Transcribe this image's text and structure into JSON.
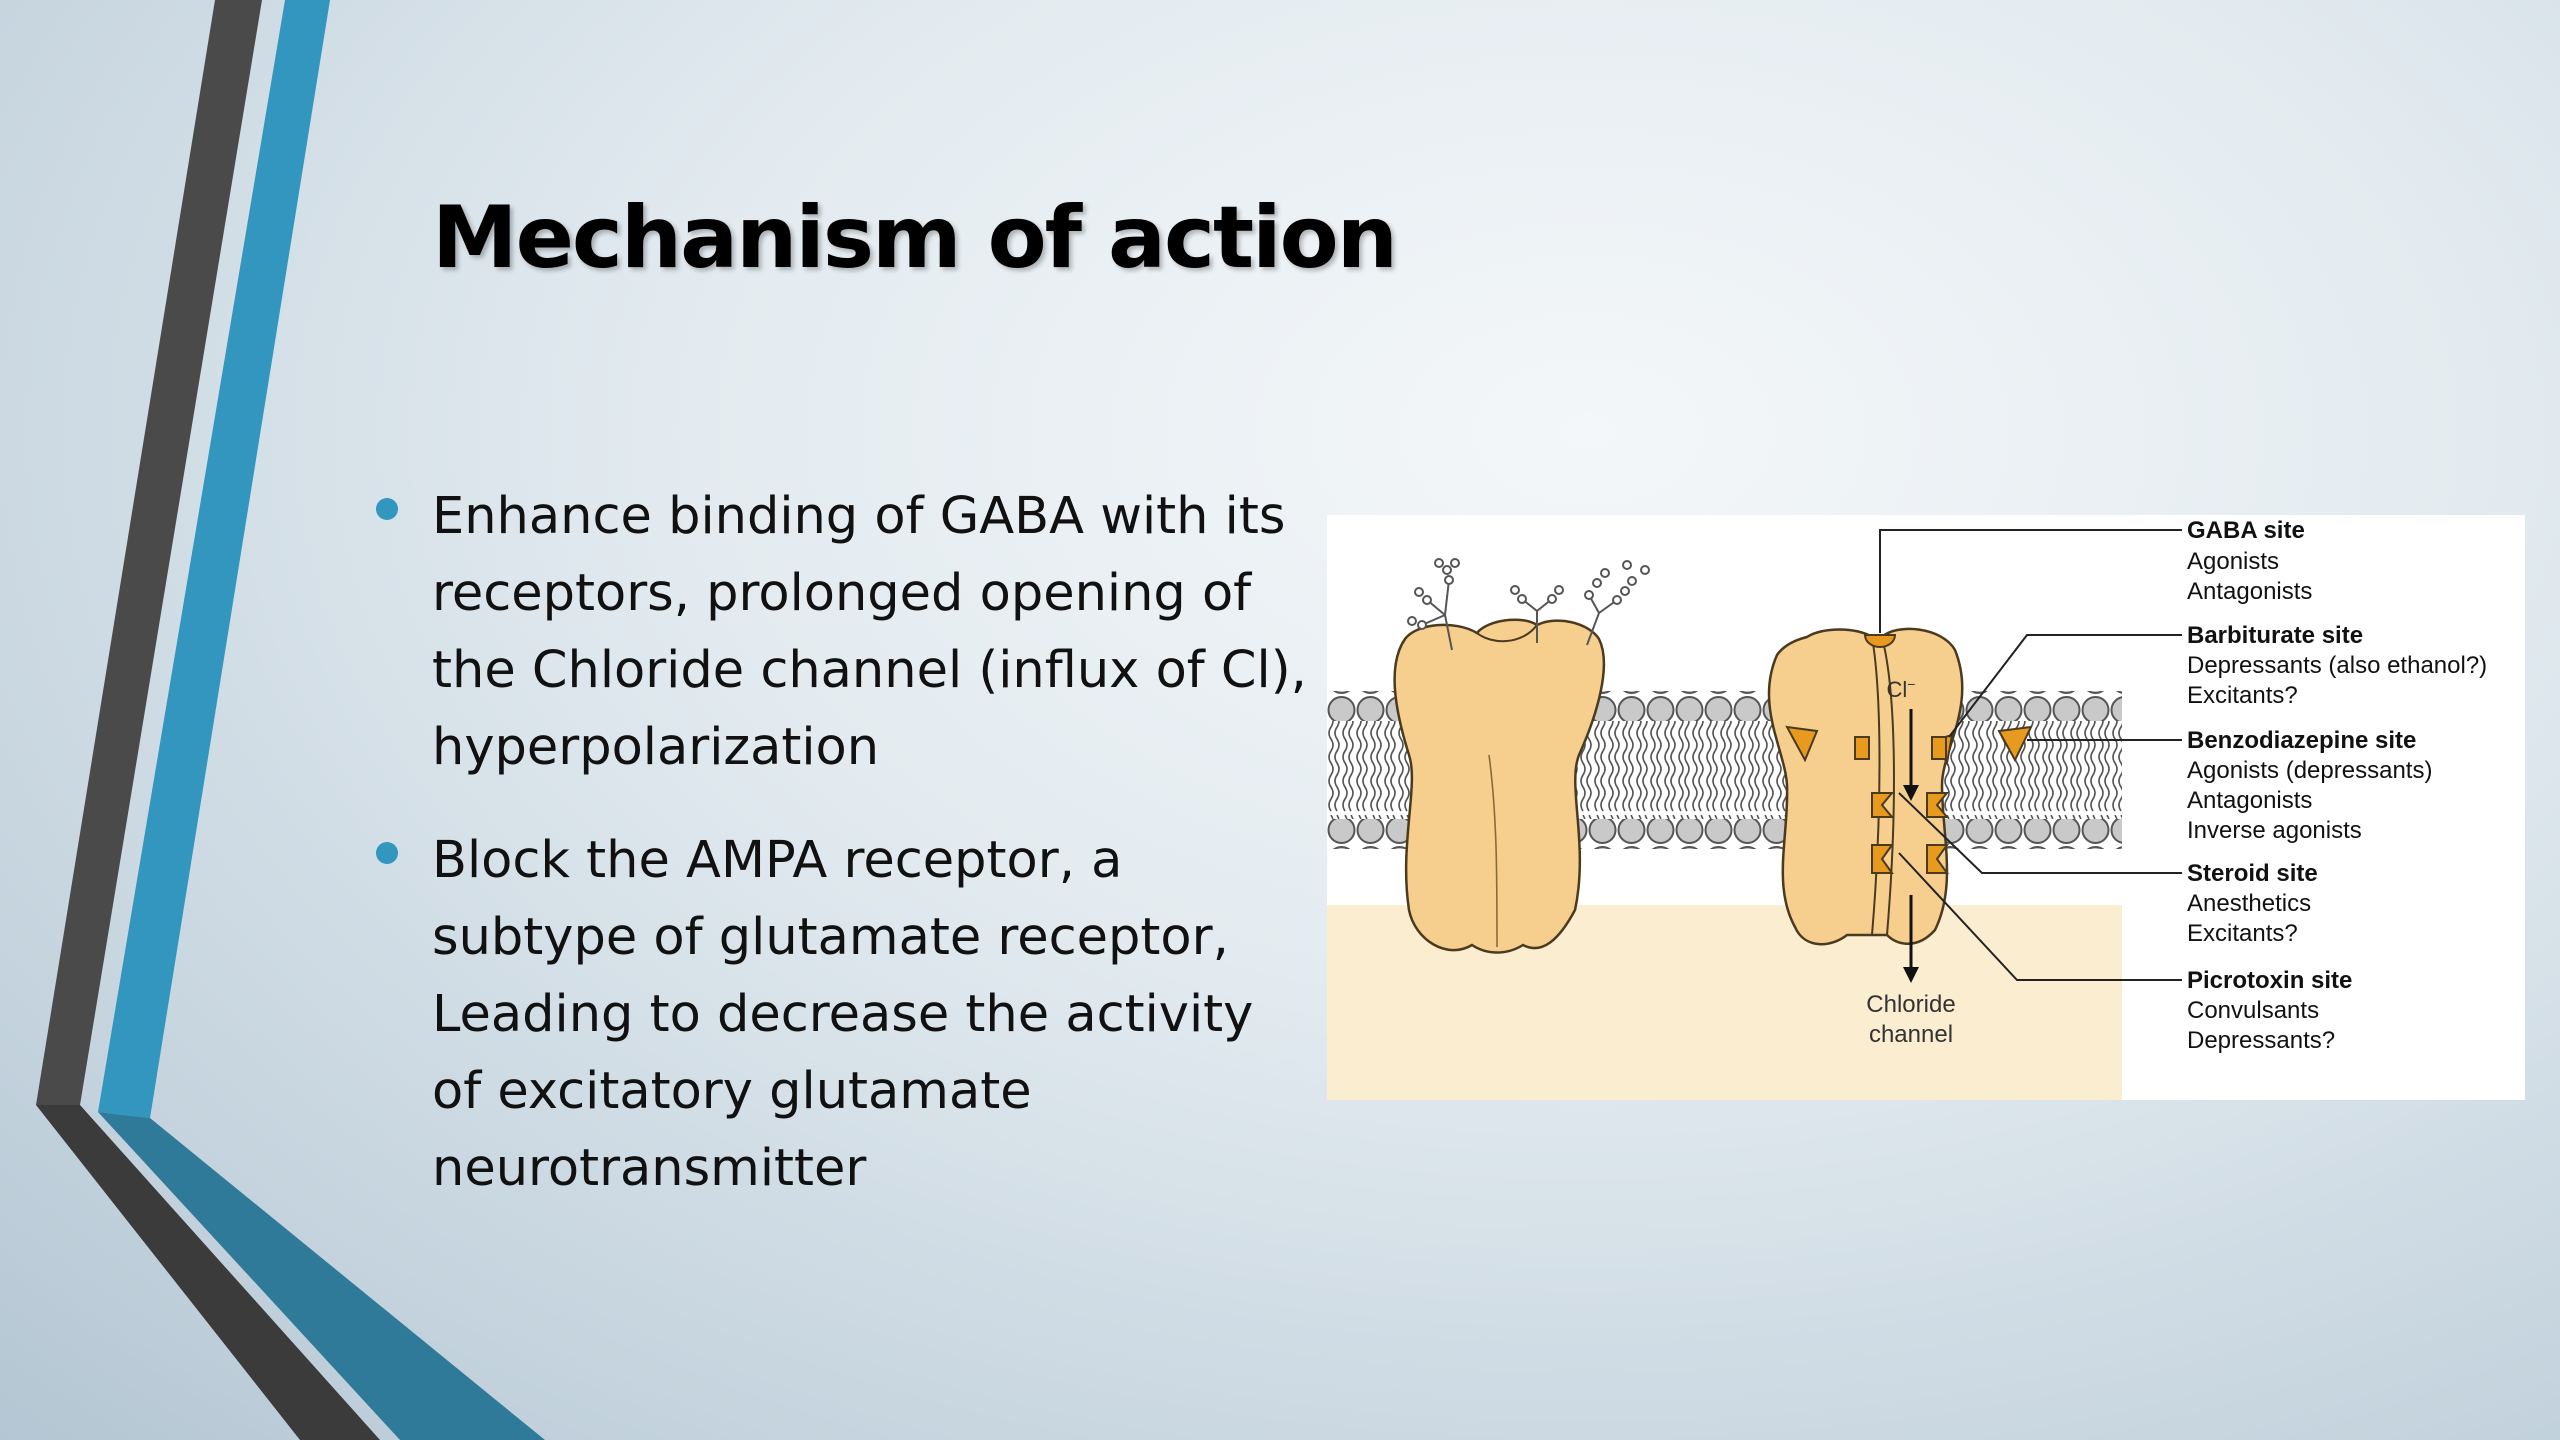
{
  "slide": {
    "title": "Mechanism of action",
    "bullets": [
      "Enhance binding of GABA with its receptors, prolonged opening of the Chloride channel (influx of Cl), hyperpolarization",
      "Block the AMPA receptor, a subtype of glutamate receptor, Leading to decrease the activity of excitatory glutamate neurotransmitter"
    ],
    "accent_color": "#3296bf",
    "dark_color": "#4a4a4a"
  },
  "diagram": {
    "ion_label": "Cl",
    "ion_charge": "−",
    "channel_label_1": "Chloride",
    "channel_label_2": "channel",
    "sites": [
      {
        "name": "GABA site",
        "details": [
          "Agonists",
          "Antagonists"
        ]
      },
      {
        "name": "Barbiturate site",
        "details": [
          "Depressants (also ethanol?)",
          "Excitants?"
        ]
      },
      {
        "name": "Benzodiazepine site",
        "details": [
          "Agonists (depressants)",
          "Antagonists",
          "Inverse agonists"
        ]
      },
      {
        "name": "Steroid site",
        "details": [
          "Anesthetics",
          "Excitants?"
        ]
      },
      {
        "name": "Picrotoxin site",
        "details": [
          "Convulsants",
          "Depressants?"
        ]
      }
    ],
    "colors": {
      "receptor": "#f6cf8e",
      "receptor_stroke": "#4a3a20",
      "site_marker": "#e89a1e",
      "membrane_head": "#c9c9c9",
      "cytoplasm": "#fbedd0"
    }
  }
}
